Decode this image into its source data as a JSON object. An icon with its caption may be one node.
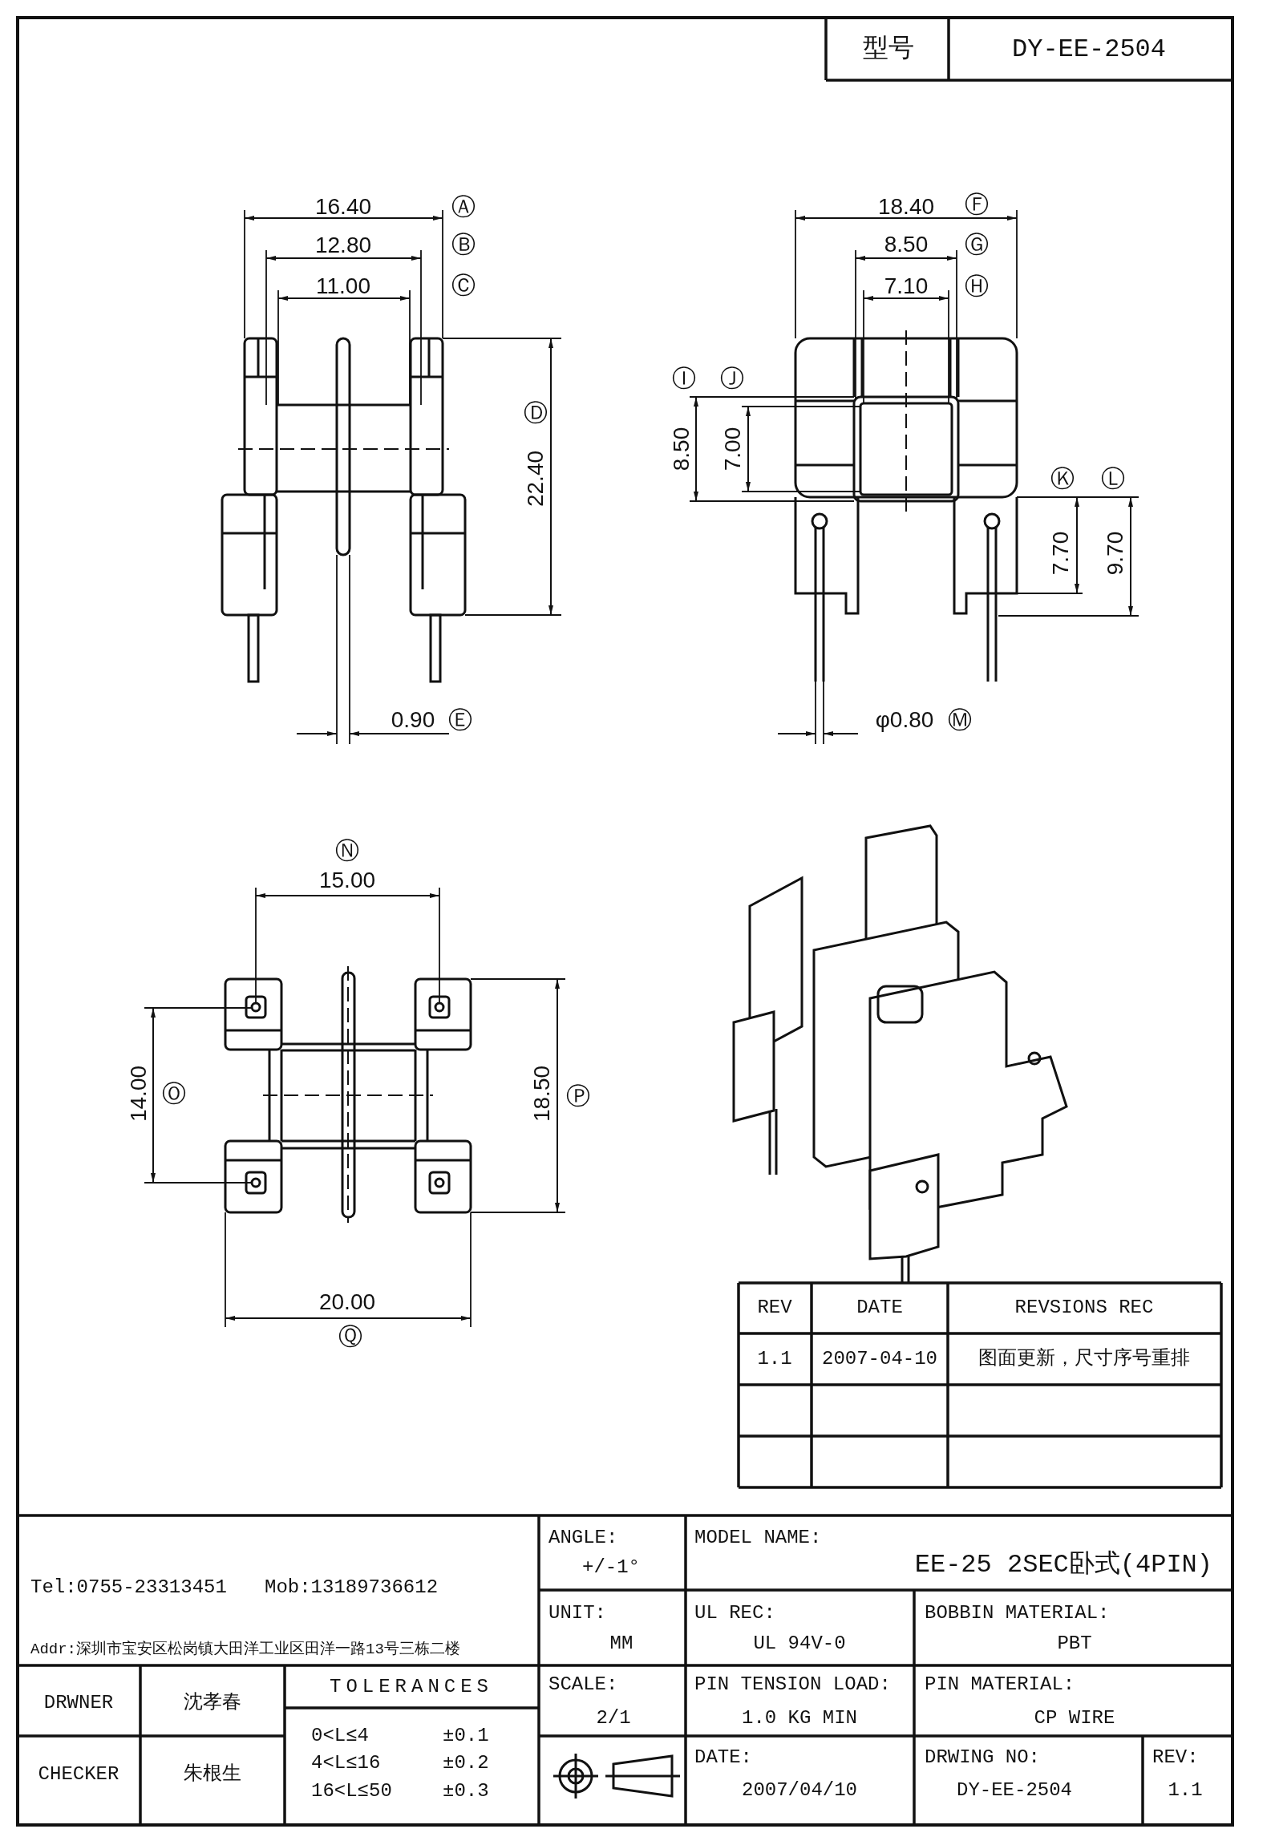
{
  "diagram": {
    "labels": [
      "型号",
      "DY-EE-2504",
      "16.40",
      "Ⓐ",
      "12.80",
      "Ⓑ",
      "11.00",
      "Ⓒ",
      "Ⓓ",
      "22.40",
      "0.90",
      "Ⓔ",
      "18.40",
      "Ⓕ",
      "8.50",
      "Ⓖ",
      "7.10",
      "Ⓗ",
      "Ⓘ",
      "Ⓙ",
      "8.50",
      "7.00",
      "Ⓚ",
      "Ⓛ",
      "7.70",
      "9.70",
      "φ0.80",
      "Ⓜ",
      "Ⓝ",
      "15.00",
      "14.00",
      "Ⓞ",
      "18.50",
      "Ⓟ",
      "20.00",
      "Ⓠ",
      "REV",
      "DATE",
      "REVSIONS REC",
      "1.1",
      "2007-04-10",
      "图面更新，尺寸序号重排",
      "Tel:0755-23313451",
      "Mob:13189736612",
      "Addr:深圳市宝安区松岗镇大田洋工业区田洋一路13号三栋二楼",
      "ANGLE:",
      "+/-1°",
      "MODEL NAME:",
      "EE-25 2SEC卧式(4PIN)",
      "UNIT:",
      "MM",
      "UL REC:",
      "UL 94V-0",
      "BOBBIN MATERIAL:",
      "PBT",
      "DRWNER",
      "沈孝春",
      "TOLERANCES",
      "SCALE:",
      "2/1",
      "PIN TENSION LOAD:",
      "1.0 KG MIN",
      "PIN MATERIAL:",
      "CP WIRE",
      "CHECKER",
      "朱根生",
      "0<L≤4",
      "±0.1",
      "4<L≤16",
      "±0.2",
      "16<L≤50",
      "±0.3",
      "DATE:",
      "2007/04/10",
      "DRWING NO:",
      "DY-EE-2504",
      "REV:",
      "1.1"
    ]
  }
}
